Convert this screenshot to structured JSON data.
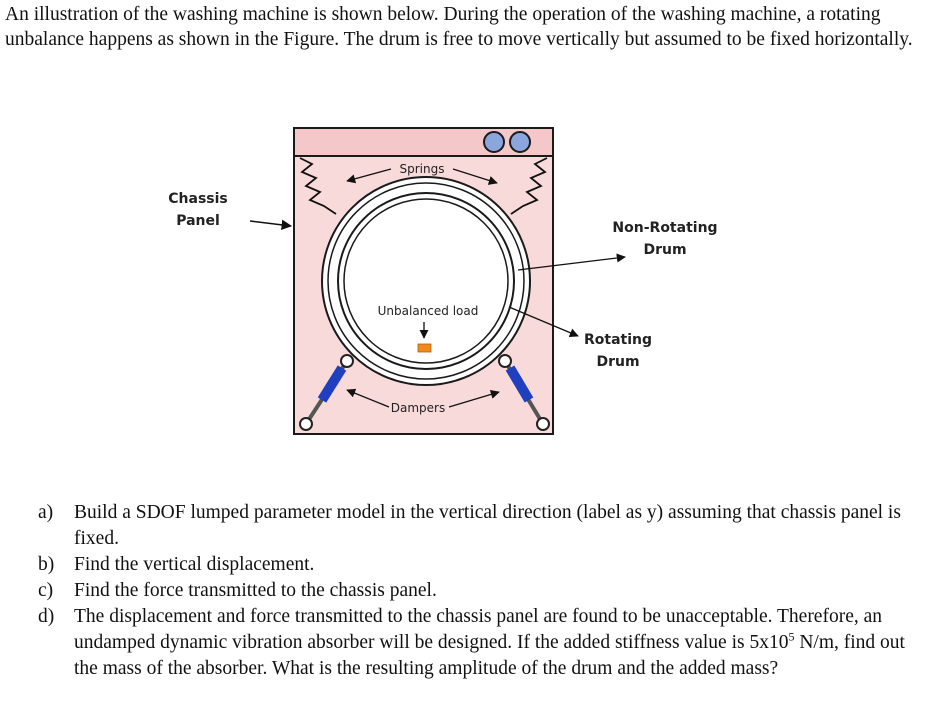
{
  "problem": {
    "intro": "An illustration of the washing machine is shown below. During the operation of the washing machine, a rotating unbalance happens as shown in the Figure. The drum is free to move vertically but assumed to be fixed horizontally."
  },
  "diagram": {
    "labels": {
      "chassis_line1": "Chassis",
      "chassis_line2": "Panel",
      "springs": "Springs",
      "non_rotating_line1": "Non-Rotating",
      "non_rotating_line2": "Drum",
      "unbalanced_load": "Unbalanced load",
      "rotating_line1": "Rotating",
      "rotating_line2": "Drum",
      "dampers": "Dampers"
    },
    "colors": {
      "cabinet_fill": "#f9dada",
      "panel_fill": "#f4c8c8",
      "knob_fill": "#8aa6dc",
      "damper_fill": "#1f3fbf",
      "load_fill": "#f08a1c",
      "outline": "#1a1a1a"
    }
  },
  "questions": [
    {
      "marker": "a)",
      "text": "Build a SDOF lumped parameter model in the vertical direction (label as y) assuming that chassis panel is fixed."
    },
    {
      "marker": "b)",
      "text": "Find the vertical displacement."
    },
    {
      "marker": "c)",
      "text": "Find the force transmitted to the chassis panel."
    },
    {
      "marker": "d)",
      "text_before": "The displacement and force transmitted to the chassis panel are found to be unacceptable. Therefore, an undamped dynamic vibration absorber will be designed. If the added stiffness value is 5x10",
      "superscript": "5",
      "text_after": " N/m, find out the mass of the absorber. What is the resulting amplitude of the drum and the added mass?"
    }
  ]
}
